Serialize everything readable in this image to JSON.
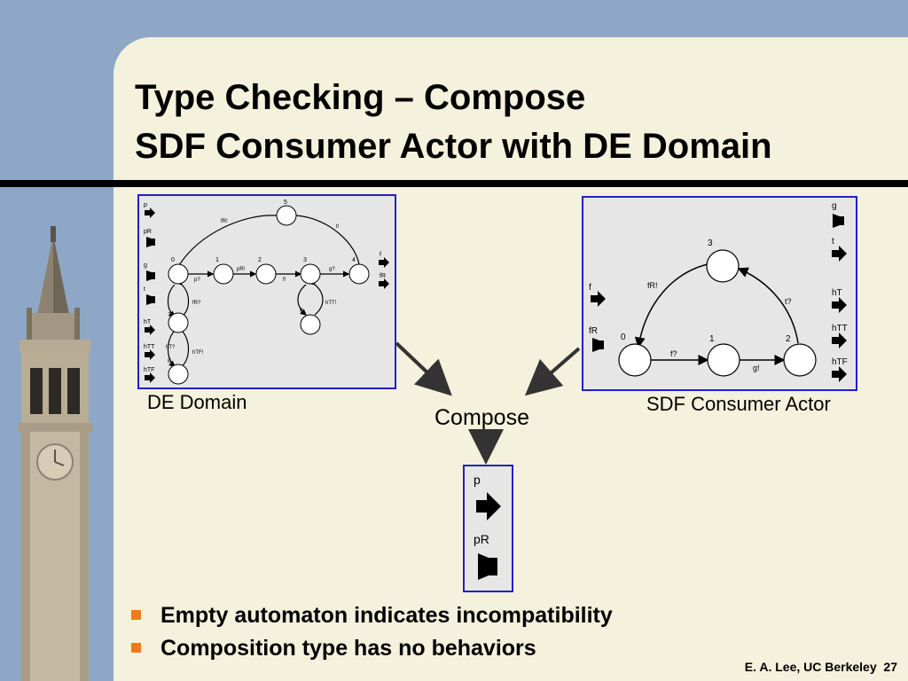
{
  "slide": {
    "title_line1": "Type Checking – Compose",
    "title_line2": "SDF Consumer Actor with DE Domain",
    "de_caption": "DE Domain",
    "sdf_caption": "SDF Consumer Actor",
    "compose_label": "Compose",
    "bullets": [
      "Empty automaton indicates incompatibility",
      "Composition type has no behaviors"
    ],
    "footer_author": "E. A. Lee, UC Berkeley",
    "footer_page": "27"
  },
  "de_domain": {
    "ports_left": [
      "p",
      "pR",
      "g",
      "t",
      "hT",
      "hTT",
      "hTF"
    ],
    "ports_right": [
      "f",
      "fR"
    ],
    "states": [
      "5",
      "0",
      "1",
      "2",
      "3",
      "4",
      "6",
      "7",
      "8"
    ],
    "transitions": [
      "fR!",
      "t!",
      "pR!",
      "p?",
      "g?",
      "f!",
      "fR?",
      "hT?",
      "hTT!",
      "hTF!"
    ]
  },
  "sdf_consumer": {
    "ports_left": [
      "f",
      "fR"
    ],
    "ports_right": [
      "g",
      "t",
      "hT",
      "hTT",
      "hTF"
    ],
    "states": [
      "3",
      "0",
      "1",
      "2"
    ],
    "transitions": [
      "fR!",
      "t?",
      "f?",
      "g!"
    ]
  },
  "composition": {
    "ports": [
      "p",
      "pR"
    ]
  },
  "colors": {
    "accent_bullet": "#f07a1b",
    "box_border": "#2020c8",
    "slide_bg": "#f4f1dc",
    "page_bg": "#8ea7c6"
  }
}
